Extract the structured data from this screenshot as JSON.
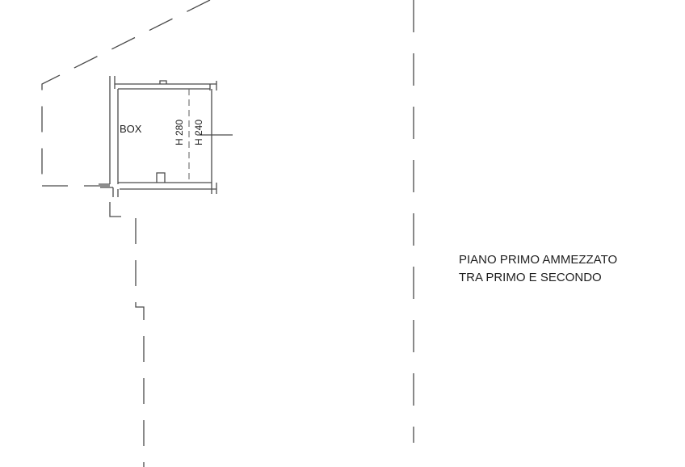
{
  "plan": {
    "room_label": "BOX",
    "height_1": "H 280",
    "height_2": "H 240",
    "caption_line_1": "PIANO PRIMO AMMEZZATO",
    "caption_line_2": "TRA PRIMO E SECONDO"
  }
}
